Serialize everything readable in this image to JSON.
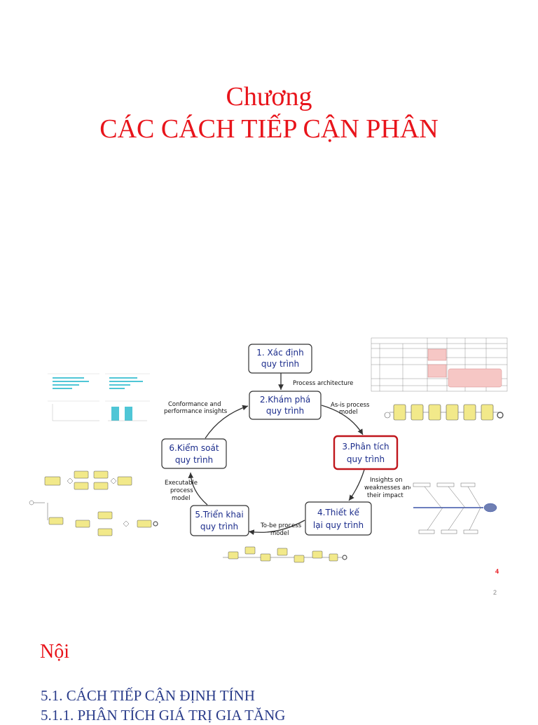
{
  "slide": {
    "title_line1": "Chương",
    "title_line2": "CÁC CÁCH TIẾP CẬN PHÂN",
    "page_number_red": "4",
    "page_number_gray": "2"
  },
  "diagram": {
    "steps": [
      {
        "line1": "1. Xác định",
        "line2": "quy trình"
      },
      {
        "line1": "2.Khám phá",
        "line2": "quy trình"
      },
      {
        "line1": "3.Phân tích",
        "line2": "quy trình"
      },
      {
        "line1": "4.Thiết kế",
        "line2": "lại quy trình"
      },
      {
        "line1": "5.Triển khai",
        "line2": "quy trình"
      },
      {
        "line1": "6.Kiểm soát",
        "line2": "quy trình"
      }
    ],
    "edges": {
      "process_architecture": "Process architecture",
      "asis_line1": "As-is process",
      "asis_line2": "model",
      "insights_line1": "Insights on",
      "insights_line2": "weaknesses and",
      "insights_line3": "their impact",
      "tobe_line1": "To-be process",
      "tobe_line2": "model",
      "exec_line1": "Executable",
      "exec_line2": "process",
      "exec_line3": "model",
      "conf_line1": "Conformance and",
      "conf_line2": "performance insights"
    },
    "colors": {
      "box_text": "#1c2d8c",
      "highlight_border": "#c0161c",
      "bar": "#4fc6d6"
    }
  },
  "section": {
    "heading": "Nội",
    "items": [
      "5.1. CÁCH TIẾP CẬN ĐỊNH TÍNH",
      "5.1.1. PHÂN TÍCH GIÁ TRỊ GIA TĂNG"
    ]
  }
}
